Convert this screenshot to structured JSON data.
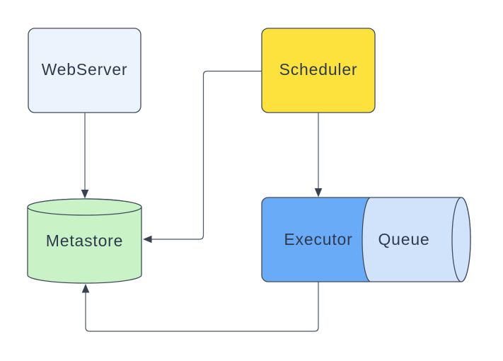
{
  "colors": {
    "background": "#ffffff",
    "node_border": "#414b5c",
    "edge_line": "#4b5563",
    "arrowhead": "#374151",
    "label_text": "#2f3a4c"
  },
  "nodes": {
    "webserver": {
      "label": "WebServer",
      "fill": "#ecf3fc",
      "shape": "rounded-rect"
    },
    "scheduler": {
      "label": "Scheduler",
      "fill": "#fde13c",
      "shape": "rounded-rect"
    },
    "metastore": {
      "label": "Metastore",
      "fill": "#c9f2c7",
      "shape": "cylinder-vertical"
    },
    "executor": {
      "label": "Executor",
      "fill": "#6aabf7",
      "shape": "rect"
    },
    "queue": {
      "label": "Queue",
      "fill": "#d1e3fb",
      "shape": "cylinder-horizontal"
    }
  },
  "edges": [
    {
      "from": "WebServer",
      "to": "Metastore"
    },
    {
      "from": "Scheduler",
      "to": "Executor"
    },
    {
      "from": "Scheduler",
      "to": "Metastore"
    },
    {
      "from": "Executor",
      "to": "Metastore"
    }
  ]
}
